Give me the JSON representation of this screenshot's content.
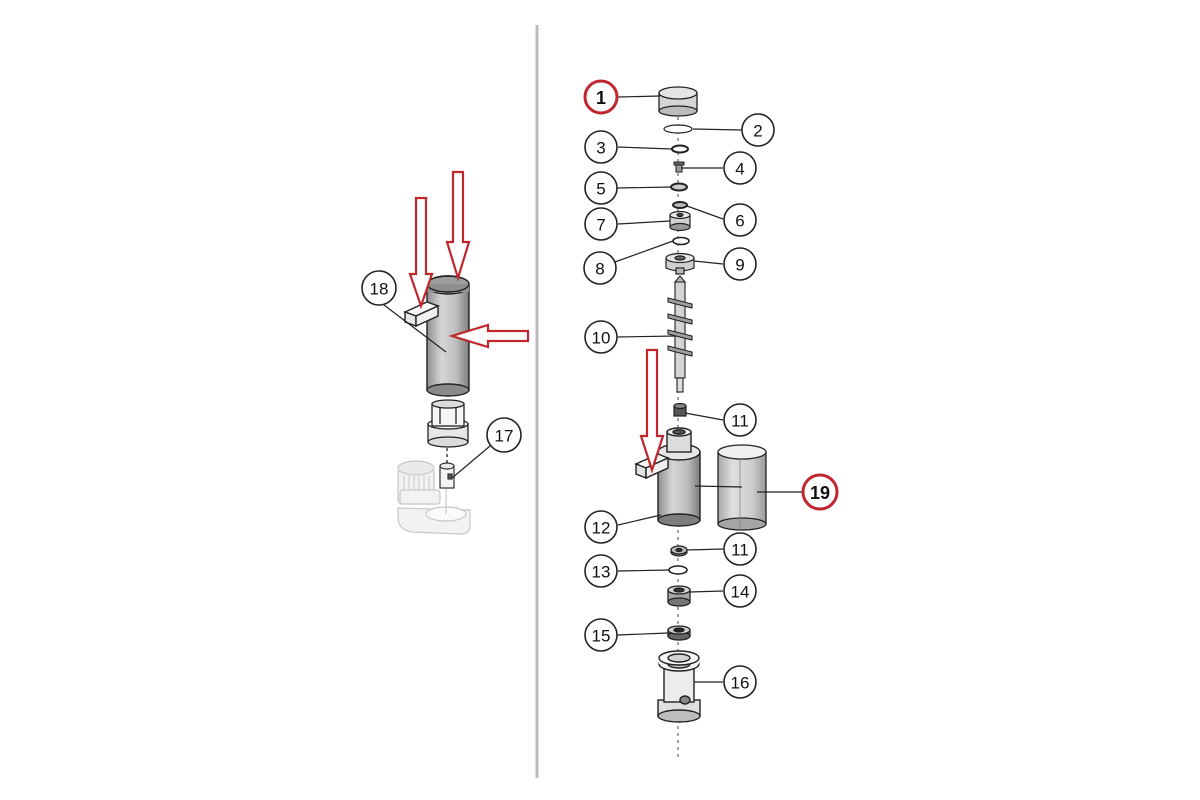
{
  "diagram": {
    "left_panel": {
      "callouts": [
        "18",
        "17"
      ]
    },
    "right_panel": {
      "callouts": [
        "1",
        "2",
        "3",
        "4",
        "5",
        "6",
        "7",
        "8",
        "9",
        "10",
        "11",
        "11",
        "12",
        "13",
        "14",
        "15",
        "16",
        "19"
      ],
      "highlighted_callouts": [
        "1",
        "19"
      ]
    },
    "colors": {
      "arrow": "#c0272d",
      "highlight": "#c0272d",
      "line": "#222222",
      "divider": "#bbbbbb",
      "part_fill": "#d9d9d9",
      "faded_part": "#cccccc"
    }
  }
}
